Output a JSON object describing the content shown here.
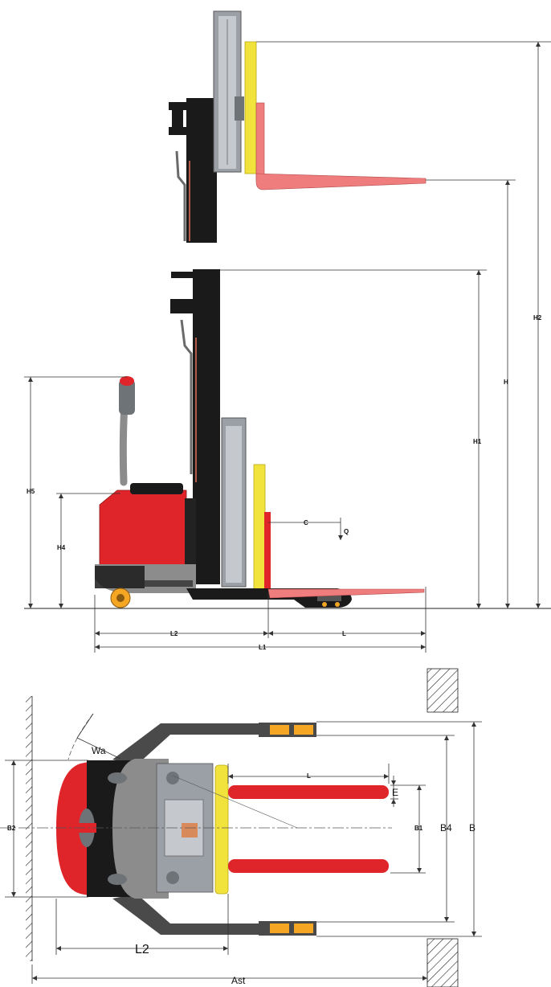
{
  "colors": {
    "body_red": "#e0252a",
    "fork_pink": "#ef7d7d",
    "carriage_yellow": "#f2e33c",
    "mast_black": "#1a1a1a",
    "chassis_grey": "#8c8c8c",
    "leg_dark": "#4a4a4a",
    "wheel_orange": "#f5a623"
  },
  "side_view": {
    "labels": {
      "H2": "H2",
      "H": "H",
      "H1": "H1",
      "H5": "H5",
      "H4": "H4",
      "C": "C",
      "Q": "Q",
      "L2": "L2",
      "L": "L",
      "L1": "L1"
    }
  },
  "top_view": {
    "labels": {
      "Wa": "Wa",
      "L": "L",
      "E": "E",
      "B1": "B1",
      "B4": "B4",
      "B": "B",
      "B2": "B2",
      "L2": "L2",
      "Ast": "Ast"
    }
  }
}
